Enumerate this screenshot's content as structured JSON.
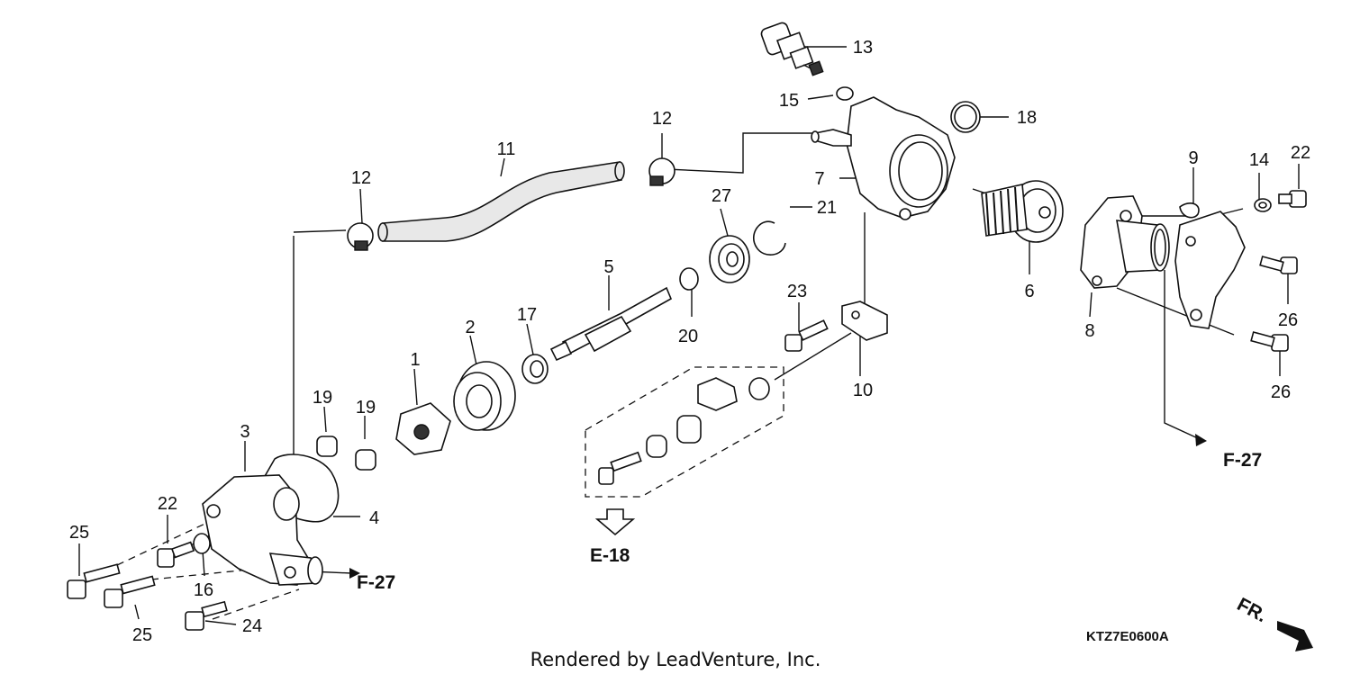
{
  "diagram": {
    "part_numbers": {
      "p1": "1",
      "p2": "2",
      "p3": "3",
      "p4": "4",
      "p5": "5",
      "p6": "6",
      "p7": "7",
      "p8": "8",
      "p9": "9",
      "p10": "10",
      "p11": "11",
      "p12a": "12",
      "p12b": "12",
      "p13": "13",
      "p14": "14",
      "p15": "15",
      "p16": "16",
      "p17": "17",
      "p18": "18",
      "p19a": "19",
      "p19b": "19",
      "p20": "20",
      "p21": "21",
      "p22a": "22",
      "p22b": "22",
      "p23": "23",
      "p24": "24",
      "p25a": "25",
      "p25b": "25",
      "p26a": "26",
      "p26b": "26",
      "p27": "27"
    },
    "refs": {
      "f27_left": "F-27",
      "f27_right": "F-27",
      "e18": "E-18",
      "front": "FR."
    },
    "diagram_code": "KTZ7E0600A",
    "footer": "Rendered by LeadVenture, Inc."
  }
}
